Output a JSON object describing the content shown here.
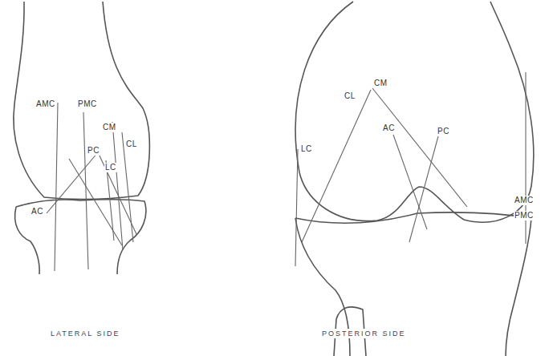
{
  "diagram": {
    "labels": [
      "AMC",
      "PMC",
      "CM",
      "CL",
      "PC",
      "LC",
      "AC",
      "CL",
      "CM",
      "LC",
      "AC",
      "PC",
      "AMC",
      "PMC",
      "LATERAL SIDE",
      "POSTERIOR SIDE"
    ]
  }
}
